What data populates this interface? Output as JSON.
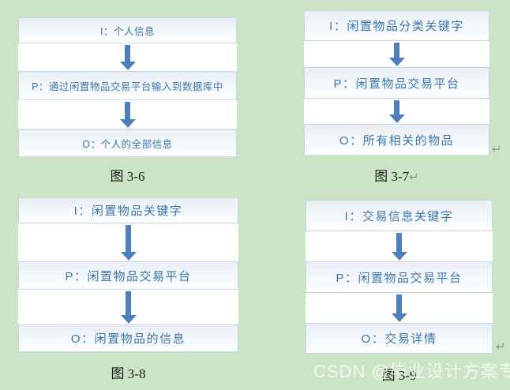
{
  "colors": {
    "page_background": "#cce4c6",
    "canvas_background": "#ffffff",
    "box_border": "#c7d4e2",
    "box_text": "#3e76aa",
    "arrow": "#4d80bb",
    "caption_text": "#1c1c1c",
    "paragraph_mark": "#8f968f",
    "watermark_text": "#f3f6f1"
  },
  "marks": {
    "paragraph_return": "↵"
  },
  "watermark": {
    "text": "CSDN @毕业设计方案专家"
  },
  "diagrams": [
    {
      "caption": "图 3-6",
      "boxes": {
        "input": "I：个人信息",
        "process": "P：通过闲置物品交易平台输入到数据库中",
        "output": "O：个人的全部信息"
      }
    },
    {
      "caption": "图 3-7",
      "boxes": {
        "input": "I：闲置物品分类关键字",
        "process": "P：闲置物品交易平台",
        "output": "O：所有相关的物品"
      }
    },
    {
      "caption": "图 3-8",
      "boxes": {
        "input": "I：闲置物品关键字",
        "process": "P：闲置物品交易平台",
        "output": "O：闲置物品的信息"
      }
    },
    {
      "caption": "图 3-9",
      "boxes": {
        "input": "I：交易信息关键字",
        "process": "P：闲置物品交易平台",
        "output": "O：交易详情"
      }
    }
  ]
}
